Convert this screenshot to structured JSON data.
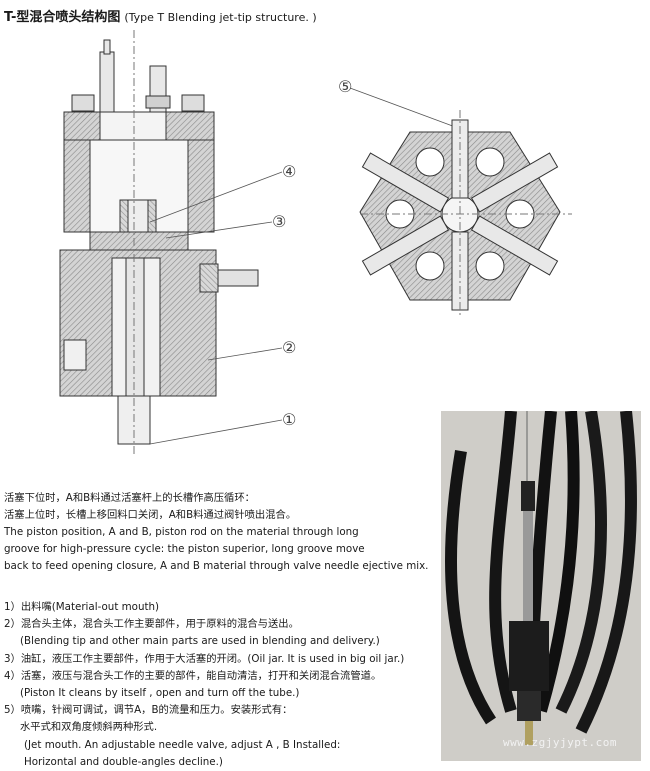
{
  "title": {
    "cn": "T-型混合喷头结构图",
    "en": "(Type T Blending  jet-tip structure. )"
  },
  "callouts": [
    "⑤",
    "④",
    "③",
    "②",
    "①"
  ],
  "description": [
    "活塞下位时，A和B料通过活塞杆上的长槽作高压循环：",
    "活塞上位时，长槽上移回料口关闭，A和B料通过阀针喷出混合。",
    "The piston position, A and B, piston rod on the material through long",
    "groove for high-pressure cycle: the piston superior, long groove move",
    "back to feed opening closure, A and B material through valve needle ejective mix."
  ],
  "items": [
    {
      "cn": "1）出料嘴(Material-out mouth)"
    },
    {
      "cn": "2）混合头主体，混合头工作主要部件，用于原料的混合与送出。",
      "en": "(Blending tip and other main parts are used in blending and delivery.)"
    },
    {
      "cn": "3）油缸，液压工作主要部件，作用于大活塞的开闭。(Oil jar. It is used in big oil jar.)"
    },
    {
      "cn": "4）活塞，液压与混合头工作的主要的部件，能自动清洁，打开和关闭混合流管道。",
      "en": "(Piston  It cleans by itself , open and turn off the tube.)"
    },
    {
      "cn": "5）喷嘴，针阀可调试，调节A，B的流量和压力。安装形式有：",
      "en": "水平式和双角度倾斜两种形式.",
      "en2": "(Jet mouth. An adjustable needle valve, adjust A , B Installed:",
      "en3": "Horizontal and double-angles decline.)"
    }
  ],
  "watermark": "www.zgjyjypt.com"
}
